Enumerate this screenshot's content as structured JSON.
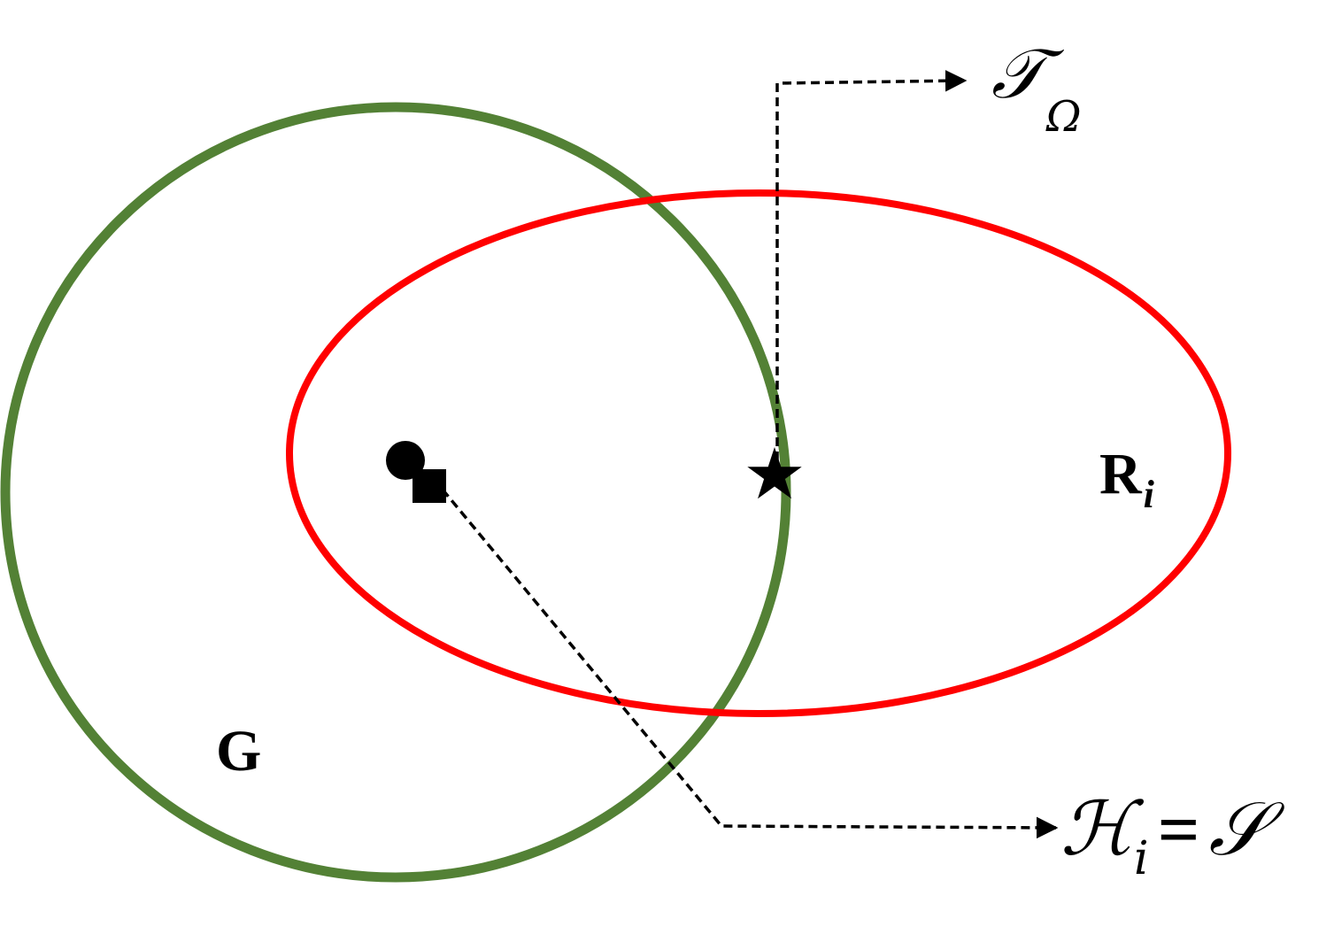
{
  "diagram": {
    "labels": {
      "g": "G",
      "r_main": "R",
      "r_sub": "i",
      "t_main": "𝒯",
      "t_sub": "Ω",
      "h_main": "ℋ",
      "h_sub": "i",
      "h_eq": "=",
      "h_rhs": "𝒮"
    },
    "colors": {
      "circle_g": "#538135",
      "ellipse_r": "#ff0000",
      "ink": "#000000"
    },
    "icons": {
      "circle_marker": "filled-circle",
      "square_marker": "filled-square",
      "star_marker": "filled-star"
    }
  }
}
